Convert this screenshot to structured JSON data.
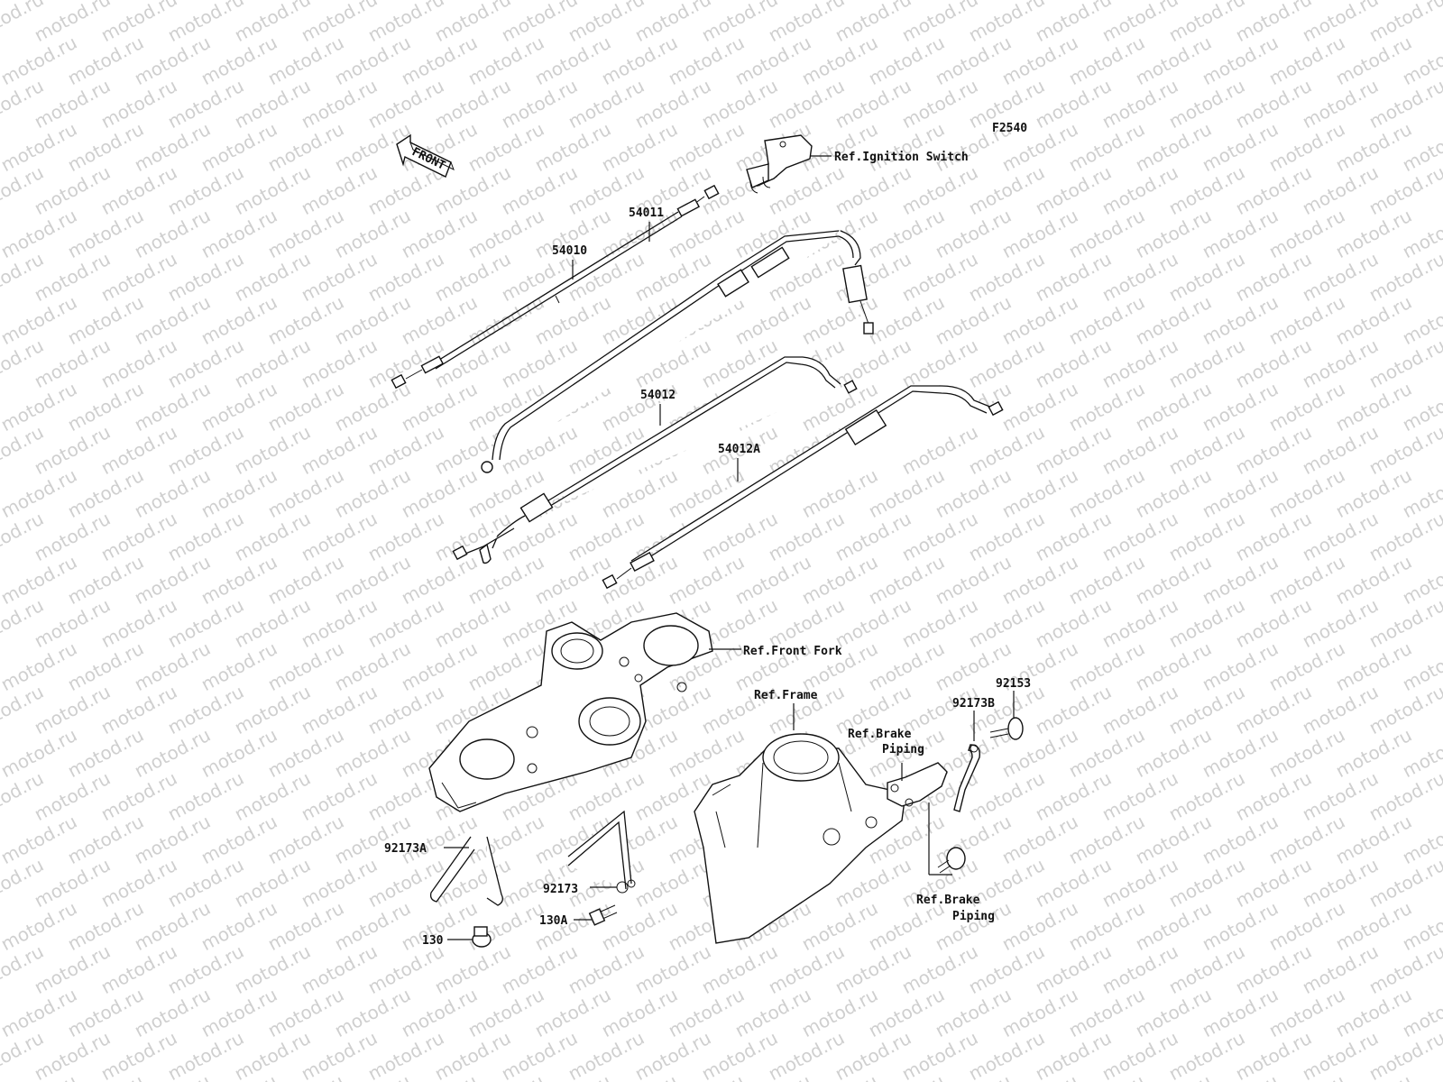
{
  "watermark": "motod.ru",
  "figure_id": "F2540",
  "front_label": "FRONT",
  "labels": {
    "ref_ignition": "Ref.Ignition Switch",
    "p54010": "54010",
    "p54011": "54011",
    "p54012": "54012",
    "p54012a": "54012A",
    "ref_front_fork": "Ref.Front Fork",
    "ref_frame": "Ref.Frame",
    "ref_brake_1a": "Ref.Brake",
    "ref_brake_1b": "Piping",
    "ref_brake_2a": "Ref.Brake",
    "ref_brake_2b": "Piping",
    "p92153": "92153",
    "p92173b": "92173B",
    "p92173a": "92173A",
    "p92173": "92173",
    "p130a": "130A",
    "p130": "130"
  }
}
